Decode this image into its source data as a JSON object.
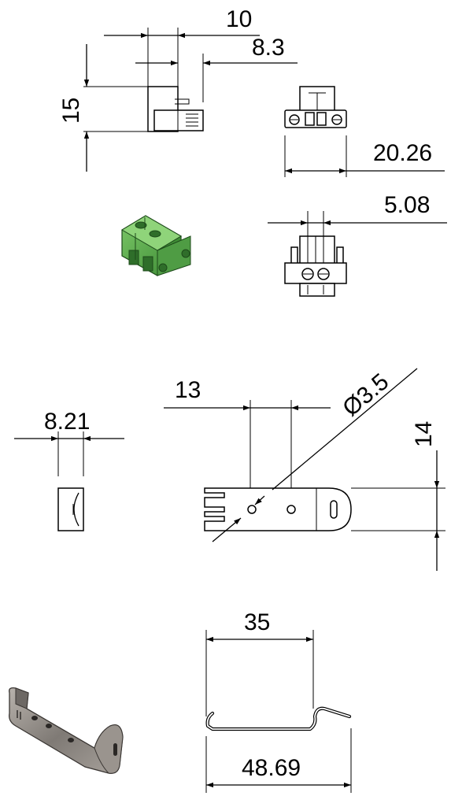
{
  "dimensions": {
    "connector_side_width": "10",
    "connector_side_depth": "8.3",
    "connector_height": "15",
    "connector_front_width": "20.26",
    "connector_pitch": "5.08",
    "clip_side_width": "8.21",
    "clip_hole_spacing": "13",
    "clip_hole_diameter": "Ø3.5",
    "clip_height": "14",
    "bracket_inner_width": "35",
    "bracket_overall_width": "48.69"
  },
  "colors": {
    "line": "#000000",
    "connector_green": "#5aa84a",
    "connector_green_dark": "#2f6e2a",
    "bracket_metal": "#8a8580",
    "bracket_metal_dark": "#4e4a46"
  }
}
